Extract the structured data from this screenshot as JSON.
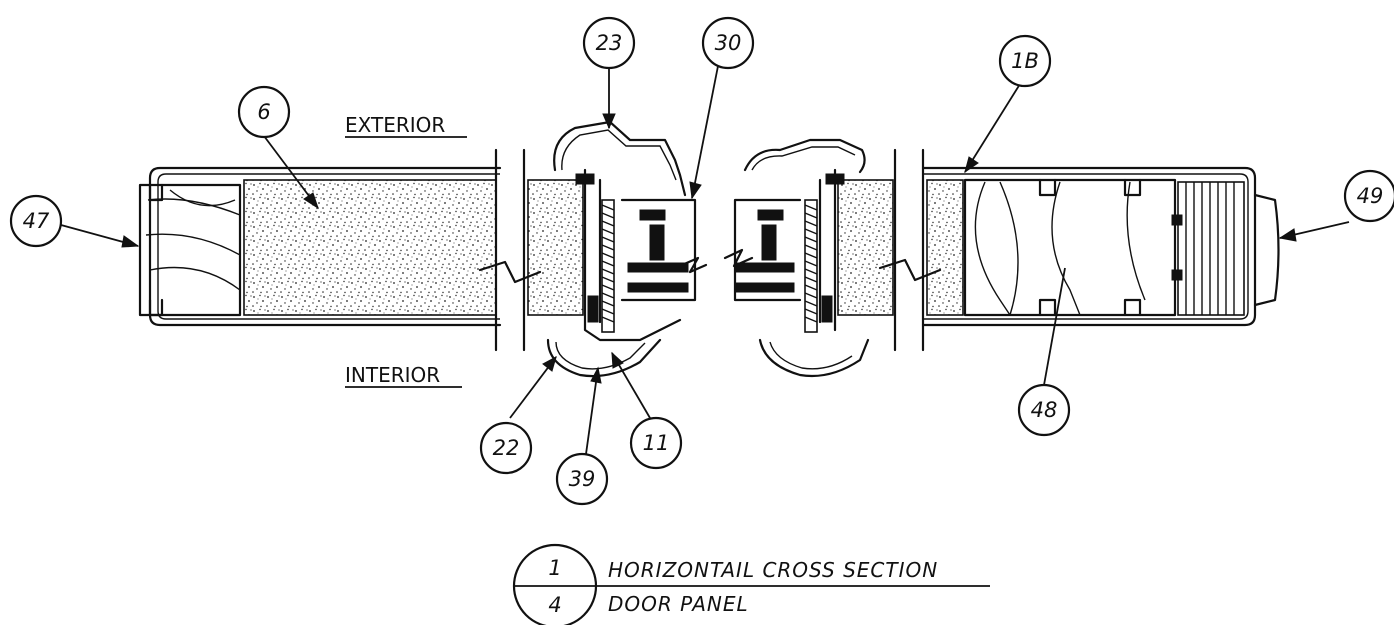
{
  "labels": {
    "exterior": "EXTERIOR",
    "interior": "INTERIOR"
  },
  "callouts": [
    {
      "id": "47",
      "text": "47"
    },
    {
      "id": "6",
      "text": "6"
    },
    {
      "id": "23",
      "text": "23"
    },
    {
      "id": "30",
      "text": "30"
    },
    {
      "id": "1b",
      "text": "1B"
    },
    {
      "id": "49",
      "text": "49"
    },
    {
      "id": "22",
      "text": "22"
    },
    {
      "id": "39",
      "text": "39"
    },
    {
      "id": "11",
      "text": "11"
    },
    {
      "id": "48",
      "text": "48"
    }
  ],
  "title_block": {
    "detail_number": "1",
    "sheet_number": "4",
    "title_line_1": "HORIZONTAIL CROSS SECTION",
    "title_line_2": "DOOR PANEL"
  }
}
